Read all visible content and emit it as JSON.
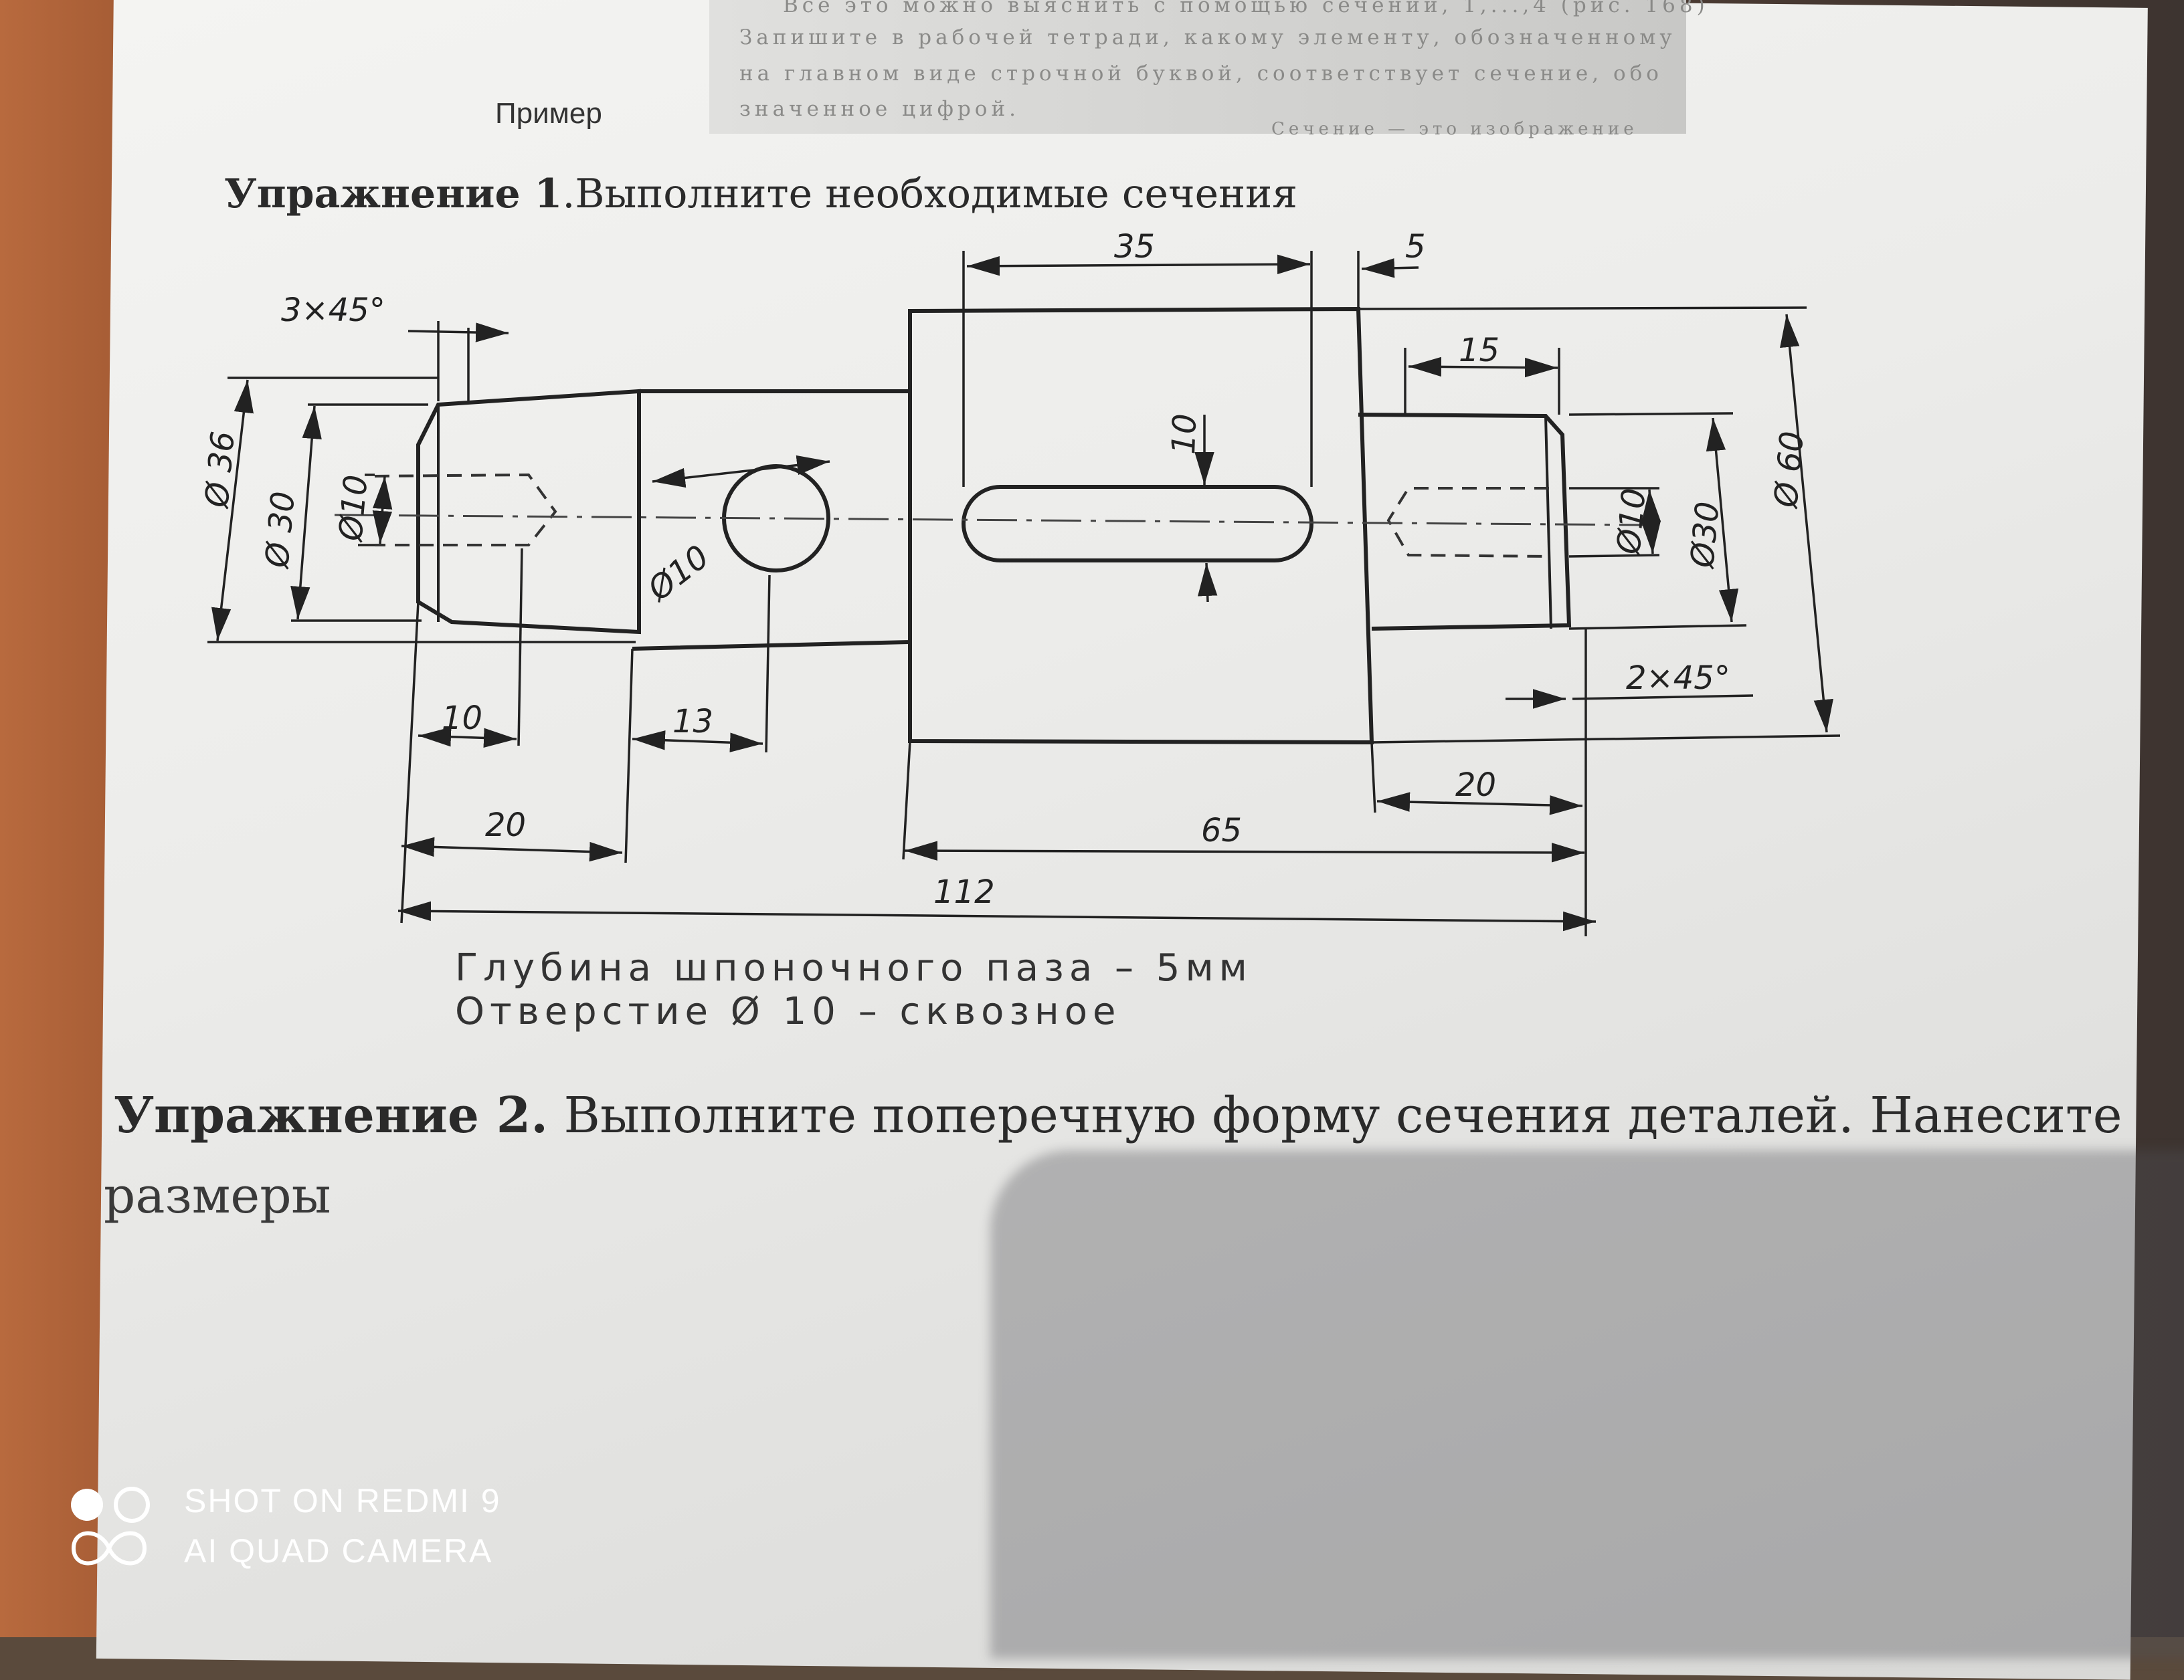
{
  "header": {
    "example_label": "Пример",
    "scan_lines": [
      "Все это можно выяснить с помощью сечений, 1,...,4 (рис. 168)",
      "Запишите в рабочей тетради, какому элементу, обозначенному",
      "на главном виде строчной буквой, соответствует сечение, обо",
      "значенное цифрой.",
      "Сечение — это изображение"
    ]
  },
  "exercise1": {
    "title_bold": "Упражнение 1",
    "title_rest": ".Выполните необходимые сечения"
  },
  "drawing": {
    "dimensions": {
      "d36": "Ø 36",
      "d30_left": "Ø 30",
      "d10_left": "Ø10",
      "d10_hole": "Ø10",
      "d10_right": "Ø10",
      "d30_right": "Ø30",
      "d60": "Ø 60",
      "chamfer_left": "3×45°",
      "chamfer_right": "2×45°",
      "len_35": "35",
      "len_5": "5",
      "len_15": "15",
      "len_10_slot": "10",
      "len_10": "10",
      "len_13": "13",
      "len_20_left": "20",
      "len_20_right": "20",
      "len_65": "65",
      "len_112": "112"
    },
    "notes": [
      "Глубина шпоночного паза – 5мм",
      "Отверстие  Ø 10 – сквозное"
    ]
  },
  "exercise2": {
    "title_bold": "Упражнение 2.",
    "title_rest": " Выполните поперечную форму сечения деталей. Нанесите",
    "title_line2": "размеры"
  },
  "watermark": {
    "line1": "SHOT ON REDMI 9",
    "line2": "AI QUAD CAMERA"
  }
}
